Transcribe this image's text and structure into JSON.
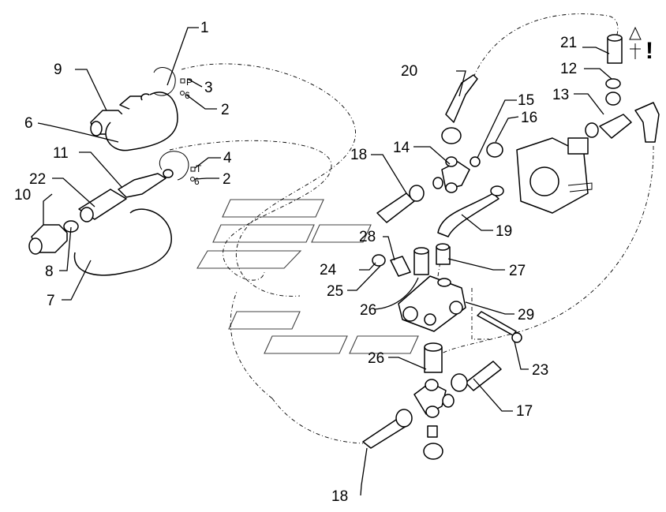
{
  "diagram": {
    "callouts": [
      {
        "id": "c1",
        "label": "1"
      },
      {
        "id": "c2a",
        "label": "2"
      },
      {
        "id": "c2b",
        "label": "2"
      },
      {
        "id": "c3",
        "label": "3"
      },
      {
        "id": "c4",
        "label": "4"
      },
      {
        "id": "c6",
        "label": "6"
      },
      {
        "id": "c7",
        "label": "7"
      },
      {
        "id": "c8",
        "label": "8"
      },
      {
        "id": "c9",
        "label": "9"
      },
      {
        "id": "c10",
        "label": "10"
      },
      {
        "id": "c11",
        "label": "11"
      },
      {
        "id": "c12",
        "label": "12"
      },
      {
        "id": "c13",
        "label": "13"
      },
      {
        "id": "c14",
        "label": "14"
      },
      {
        "id": "c15",
        "label": "15"
      },
      {
        "id": "c16",
        "label": "16"
      },
      {
        "id": "c17",
        "label": "17"
      },
      {
        "id": "c18a",
        "label": "18"
      },
      {
        "id": "c18b",
        "label": "18"
      },
      {
        "id": "c19",
        "label": "19"
      },
      {
        "id": "c20",
        "label": "20"
      },
      {
        "id": "c21",
        "label": "21"
      },
      {
        "id": "c22",
        "label": "22"
      },
      {
        "id": "c23",
        "label": "23"
      },
      {
        "id": "c24",
        "label": "24"
      },
      {
        "id": "c25",
        "label": "25"
      },
      {
        "id": "c26a",
        "label": "26"
      },
      {
        "id": "c26b",
        "label": "26"
      },
      {
        "id": "c27",
        "label": "27"
      },
      {
        "id": "c28",
        "label": "28"
      },
      {
        "id": "c29",
        "label": "29"
      }
    ],
    "ring_labels": {
      "ring_top_letter": "P",
      "ring_top_number": "6",
      "ring_bottom_letter": "T",
      "ring_bottom_number": "6"
    },
    "warning_mark": "!"
  }
}
